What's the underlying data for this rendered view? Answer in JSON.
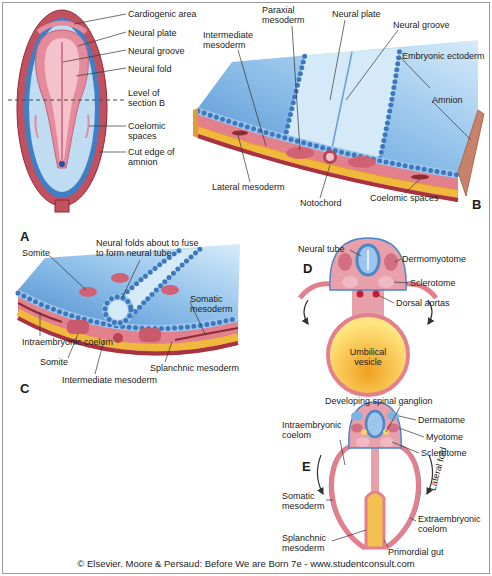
{
  "diagram": {
    "labels": [
      "Cardiogenic area",
      "Neural plate",
      "Neural groove",
      "Neural fold",
      "Level of section B",
      "Coelomic spaces",
      "Cut edge of amnion",
      "A",
      "Paraxial mesoderm",
      "Neural plate",
      "Neural groove",
      "Intermediate mesoderm",
      "Embryonic ectoderm",
      "Amnion",
      "Lateral mesoderm",
      "Notochord",
      "Coelomic spaces",
      "B",
      "Somite",
      "Neural folds about to fuse to form neural tube",
      "Somatic mesoderm",
      "Intraembryonic coelom",
      "Somite",
      "Intermediate mesoderm",
      "Splanchnic mesoderm",
      "C",
      "Neural tube",
      "Dermomyotome",
      "Sclerotome",
      "Dorsal aortas",
      "Umbilical vesicle",
      "D",
      "Developing spinal ganglion",
      "Dermatome",
      "Intraembryonic coelom",
      "Myotome",
      "Sclerotome",
      "Lateral fold",
      "Somatic mesoderm",
      "Extraembryonic coelom",
      "Splanchnic mesoderm",
      "Primordial gut",
      "E",
      "© Elsevier. Moore & Persaud: Before We are Born 7e - www.studentconsult.com"
    ]
  }
}
